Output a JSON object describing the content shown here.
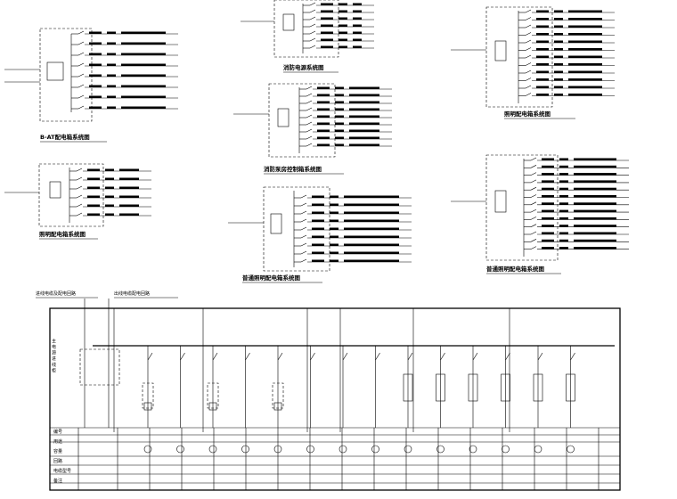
{
  "panels": [
    {
      "id": "p1",
      "title": "B-AT配电箱系统图"
    },
    {
      "id": "p2",
      "title": "照明配电箱系统图"
    },
    {
      "id": "p3",
      "title": "消防电源系统图"
    },
    {
      "id": "p4",
      "title": "消防泵房控制箱系统图"
    },
    {
      "id": "p5",
      "title": "普通照明配电箱系统图"
    },
    {
      "id": "p6",
      "title": "照明配电箱系统图"
    },
    {
      "id": "p7",
      "title": "普通照明配电箱系统图"
    }
  ],
  "main_diagram": {
    "header_left": "进线电缆及配电回路",
    "header_right": "出线电缆配电回路",
    "left_note": "主 电 源 进 线 柜",
    "row_labels": [
      "编号",
      "用途",
      "容量",
      "回路",
      "电缆型号",
      "备注"
    ],
    "columns": 17
  }
}
